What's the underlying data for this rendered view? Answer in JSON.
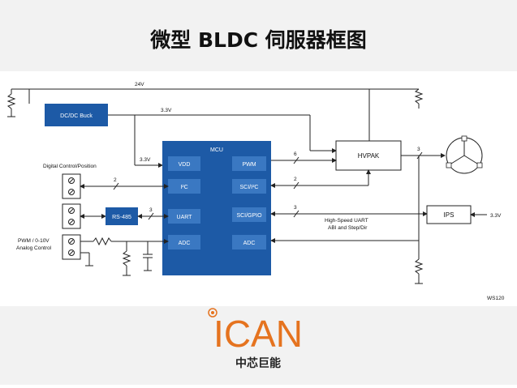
{
  "title": "微型 BLDC 伺服器框图",
  "diagram": {
    "rails": {
      "v24": "24V",
      "v33_top": "3.3V",
      "v33_mcu": "3.3V",
      "v33_ips": "3.3V"
    },
    "blocks": {
      "dcdc": "DC/DC Buck",
      "mcu": "MCU",
      "hvpak": "HVPAK",
      "rs485": "RS-485",
      "ips": "IPS"
    },
    "mcu_left_ports": [
      "VDD",
      "I²C",
      "UART",
      "ADC"
    ],
    "mcu_right_ports": [
      "PWM",
      "SCI/I²C",
      "SCI/GPIO",
      "ADC"
    ],
    "bus_widths": {
      "pwm": "6",
      "sci": "2",
      "sci_gpio": "3",
      "i2c": "2",
      "rs485": "3",
      "motor": "3"
    },
    "labels": {
      "digital": "Digital Control/Position",
      "pwm_in_1": "PWM / 0-10V",
      "pwm_in_2": "Analog Control",
      "uart_1": "High-Speed UART",
      "uart_2": "ABI and Step/Dir",
      "code": "WS120"
    }
  },
  "logo": {
    "brand": "ICAN",
    "subtitle": "中芯巨能"
  },
  "colors": {
    "block_fill": "#1d5aa6",
    "port_fill": "#3a78c2",
    "brand_orange": "#e5731f"
  }
}
